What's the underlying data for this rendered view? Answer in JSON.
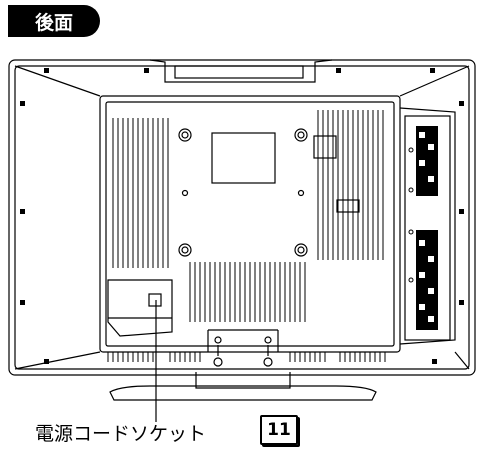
{
  "header": {
    "title": "後面"
  },
  "callout": {
    "label": "電源コードソケット",
    "page_ref": "11"
  }
}
